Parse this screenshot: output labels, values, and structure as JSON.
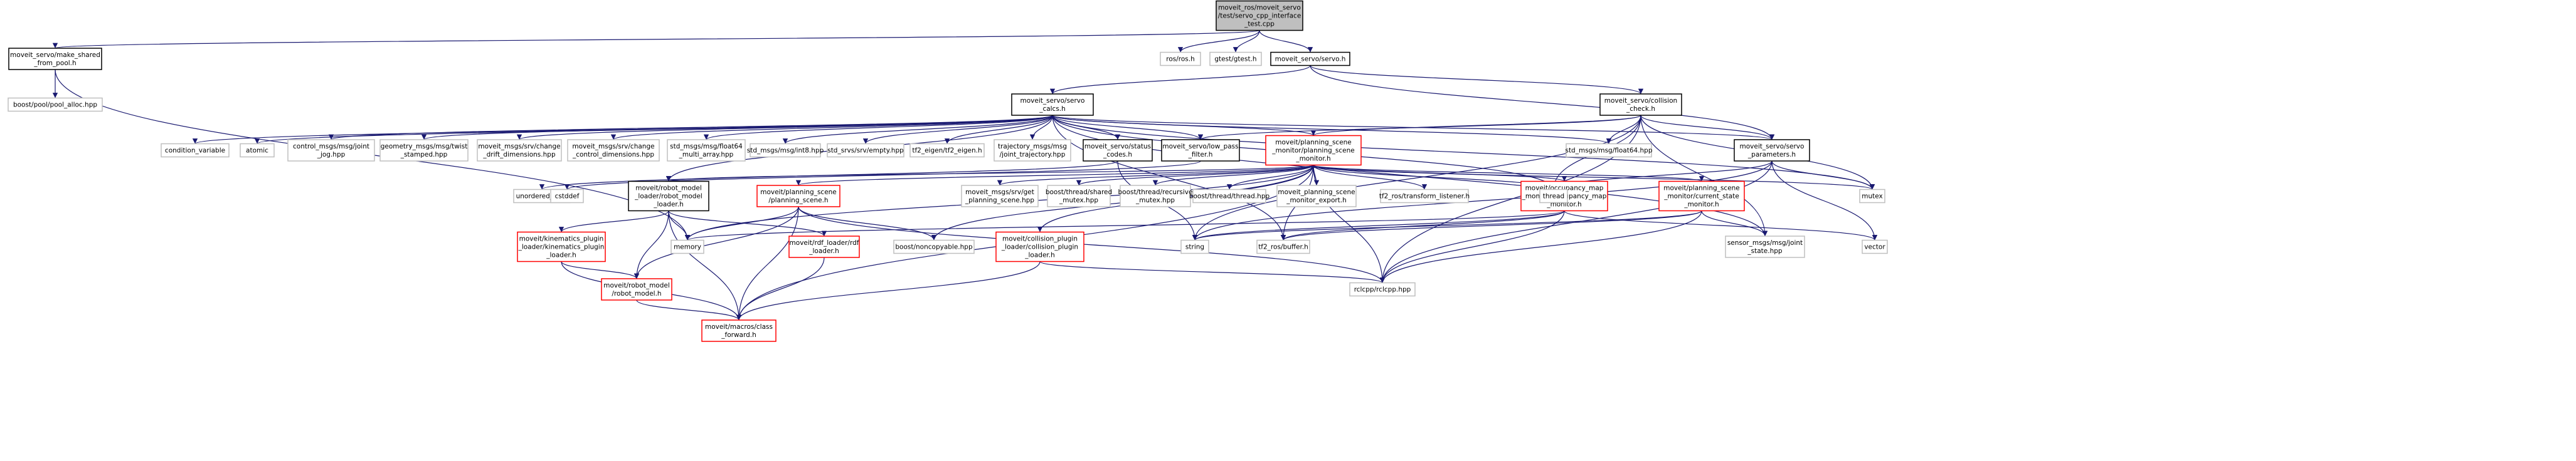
{
  "nodes": [
    {
      "id": "root",
      "lines": [
        "moveit_ros/moveit_servo",
        "/test/servo_cpp_interface",
        "_test.cpp"
      ],
      "style": "root"
    },
    {
      "id": "make_shared",
      "lines": [
        "moveit_servo/make_shared",
        "_from_pool.h"
      ],
      "style": "black"
    },
    {
      "id": "ros_h",
      "lines": [
        "ros/ros.h"
      ],
      "style": "gray"
    },
    {
      "id": "gtest",
      "lines": [
        "gtest/gtest.h"
      ],
      "style": "gray"
    },
    {
      "id": "servo_h",
      "lines": [
        "moveit_servo/servo.h"
      ],
      "style": "black"
    },
    {
      "id": "pool_alloc",
      "lines": [
        "boost/pool/pool_alloc.hpp"
      ],
      "style": "gray"
    },
    {
      "id": "servo_calcs",
      "lines": [
        "moveit_servo/servo",
        "_calcs.h"
      ],
      "style": "black"
    },
    {
      "id": "collision_check",
      "lines": [
        "moveit_servo/collision",
        "_check.h"
      ],
      "style": "black"
    },
    {
      "id": "cond_var",
      "lines": [
        "condition_variable"
      ],
      "style": "gray"
    },
    {
      "id": "atomic",
      "lines": [
        "atomic"
      ],
      "style": "gray"
    },
    {
      "id": "jointjog",
      "lines": [
        "control_msgs/msg/joint",
        "_jog.hpp"
      ],
      "style": "gray"
    },
    {
      "id": "twist",
      "lines": [
        "geometry_msgs/msg/twist",
        "_stamped.hpp"
      ],
      "style": "gray"
    },
    {
      "id": "drift",
      "lines": [
        "moveit_msgs/srv/change",
        "_drift_dimensions.hpp"
      ],
      "style": "gray"
    },
    {
      "id": "ctrl_dim",
      "lines": [
        "moveit_msgs/srv/change",
        "_control_dimensions.hpp"
      ],
      "style": "gray"
    },
    {
      "id": "f64multi",
      "lines": [
        "std_msgs/msg/float64",
        "_multi_array.hpp"
      ],
      "style": "gray"
    },
    {
      "id": "int8",
      "lines": [
        "std_msgs/msg/int8.hpp"
      ],
      "style": "gray"
    },
    {
      "id": "empty",
      "lines": [
        "std_srvs/srv/empty.hpp"
      ],
      "style": "gray"
    },
    {
      "id": "tf2eigen",
      "lines": [
        "tf2_eigen/tf2_eigen.h"
      ],
      "style": "gray"
    },
    {
      "id": "traj",
      "lines": [
        "trajectory_msgs/msg",
        "/joint_trajectory.hpp"
      ],
      "style": "gray"
    },
    {
      "id": "status_codes",
      "lines": [
        "moveit_servo/status",
        "_codes.h"
      ],
      "style": "black"
    },
    {
      "id": "lowpass",
      "lines": [
        "moveit_servo/low_pass",
        "_filter.h"
      ],
      "style": "black"
    },
    {
      "id": "psm",
      "lines": [
        "moveit/planning_scene",
        "_monitor/planning_scene",
        "_monitor.h"
      ],
      "style": "red"
    },
    {
      "id": "float64",
      "lines": [
        "std_msgs/msg/float64.hpp"
      ],
      "style": "gray"
    },
    {
      "id": "params",
      "lines": [
        "moveit_servo/servo",
        "_parameters.h"
      ],
      "style": "black"
    },
    {
      "id": "unordered_map",
      "lines": [
        "unordered_map"
      ],
      "style": "gray"
    },
    {
      "id": "cstddef",
      "lines": [
        "cstddef"
      ],
      "style": "gray"
    },
    {
      "id": "rml",
      "lines": [
        "moveit/robot_model",
        "_loader/robot_model",
        "_loader.h"
      ],
      "style": "black"
    },
    {
      "id": "ps_h",
      "lines": [
        "moveit/planning_scene",
        "/planning_scene.h"
      ],
      "style": "red"
    },
    {
      "id": "getps",
      "lines": [
        "moveit_msgs/srv/get",
        "_planning_scene.hpp"
      ],
      "style": "gray"
    },
    {
      "id": "shared_mutex",
      "lines": [
        "boost/thread/shared",
        "_mutex.hpp"
      ],
      "style": "gray"
    },
    {
      "id": "rec_mutex",
      "lines": [
        "boost/thread/recursive",
        "_mutex.hpp"
      ],
      "style": "gray"
    },
    {
      "id": "thread_hpp",
      "lines": [
        "boost/thread/thread.hpp"
      ],
      "style": "gray"
    },
    {
      "id": "psm_export",
      "lines": [
        "moveit_planning_scene",
        "_monitor_export.h"
      ],
      "style": "gray"
    },
    {
      "id": "tflisten",
      "lines": [
        "tf2_ros/transform_listener.h"
      ],
      "style": "gray"
    },
    {
      "id": "occ",
      "lines": [
        "moveit/occupancy_map",
        "_monitor/occupancy_map",
        "_monitor.h"
      ],
      "style": "red"
    },
    {
      "id": "csm",
      "lines": [
        "moveit/planning_scene",
        "_monitor/current_state",
        "_monitor.h"
      ],
      "style": "red"
    },
    {
      "id": "thread",
      "lines": [
        "thread"
      ],
      "style": "gray"
    },
    {
      "id": "mutex",
      "lines": [
        "mutex"
      ],
      "style": "gray"
    },
    {
      "id": "kin",
      "lines": [
        "moveit/kinematics_plugin",
        "_loader/kinematics_plugin",
        "_loader.h"
      ],
      "style": "red"
    },
    {
      "id": "memory",
      "lines": [
        "memory"
      ],
      "style": "gray"
    },
    {
      "id": "rdf",
      "lines": [
        "moveit/rdf_loader/rdf",
        "_loader.h"
      ],
      "style": "red"
    },
    {
      "id": "noncopyable",
      "lines": [
        "boost/noncopyable.hpp"
      ],
      "style": "gray"
    },
    {
      "id": "collplugin",
      "lines": [
        "moveit/collision_plugin",
        "_loader/collision_plugin",
        "_loader.h"
      ],
      "style": "red"
    },
    {
      "id": "string",
      "lines": [
        "string"
      ],
      "style": "gray"
    },
    {
      "id": "tfbuffer",
      "lines": [
        "tf2_ros/buffer.h"
      ],
      "style": "gray"
    },
    {
      "id": "jointstate",
      "lines": [
        "sensor_msgs/msg/joint",
        "_state.hpp"
      ],
      "style": "gray"
    },
    {
      "id": "vector",
      "lines": [
        "vector"
      ],
      "style": "gray"
    },
    {
      "id": "robot_model",
      "lines": [
        "moveit/robot_model",
        "/robot_model.h"
      ],
      "style": "red"
    },
    {
      "id": "rclcpp",
      "lines": [
        "rclcpp/rclcpp.hpp"
      ],
      "style": "gray"
    },
    {
      "id": "class_fwd",
      "lines": [
        "moveit/macros/class",
        "_forward.h"
      ],
      "style": "red"
    }
  ],
  "edges": [
    [
      "root",
      "make_shared"
    ],
    [
      "root",
      "ros_h"
    ],
    [
      "root",
      "gtest"
    ],
    [
      "root",
      "servo_h"
    ],
    [
      "make_shared",
      "pool_alloc"
    ],
    [
      "make_shared",
      "memory"
    ],
    [
      "servo_h",
      "servo_calcs"
    ],
    [
      "servo_h",
      "collision_check"
    ],
    [
      "servo_h",
      "params"
    ],
    [
      "servo_calcs",
      "cond_var"
    ],
    [
      "servo_calcs",
      "atomic"
    ],
    [
      "servo_calcs",
      "jointjog"
    ],
    [
      "servo_calcs",
      "twist"
    ],
    [
      "servo_calcs",
      "drift"
    ],
    [
      "servo_calcs",
      "ctrl_dim"
    ],
    [
      "servo_calcs",
      "f64multi"
    ],
    [
      "servo_calcs",
      "int8"
    ],
    [
      "servo_calcs",
      "empty"
    ],
    [
      "servo_calcs",
      "tf2eigen"
    ],
    [
      "servo_calcs",
      "traj"
    ],
    [
      "servo_calcs",
      "status_codes"
    ],
    [
      "servo_calcs",
      "lowpass"
    ],
    [
      "servo_calcs",
      "psm"
    ],
    [
      "servo_calcs",
      "float64"
    ],
    [
      "servo_calcs",
      "params"
    ],
    [
      "servo_calcs",
      "rml"
    ],
    [
      "servo_calcs",
      "thread"
    ],
    [
      "servo_calcs",
      "mutex"
    ],
    [
      "servo_calcs",
      "jointstate"
    ],
    [
      "servo_calcs",
      "tfbuffer"
    ],
    [
      "status_codes",
      "unordered_map"
    ],
    [
      "status_codes",
      "string"
    ],
    [
      "collision_check",
      "lowpass"
    ],
    [
      "collision_check",
      "psm"
    ],
    [
      "collision_check",
      "float64"
    ],
    [
      "collision_check",
      "params"
    ],
    [
      "collision_check",
      "thread"
    ],
    [
      "collision_check",
      "mutex"
    ],
    [
      "collision_check",
      "rclcpp"
    ],
    [
      "collision_check",
      "jointstate"
    ],
    [
      "collision_check",
      "string"
    ],
    [
      "lowpass",
      "cstddef"
    ],
    [
      "psm",
      "rml"
    ],
    [
      "psm",
      "ps_h"
    ],
    [
      "psm",
      "getps"
    ],
    [
      "psm",
      "shared_mutex"
    ],
    [
      "psm",
      "rec_mutex"
    ],
    [
      "psm",
      "thread_hpp"
    ],
    [
      "psm",
      "psm_export"
    ],
    [
      "psm",
      "tflisten"
    ],
    [
      "psm",
      "occ"
    ],
    [
      "psm",
      "csm"
    ],
    [
      "psm",
      "thread"
    ],
    [
      "psm",
      "mutex"
    ],
    [
      "psm",
      "memory"
    ],
    [
      "psm",
      "noncopyable"
    ],
    [
      "psm",
      "collplugin"
    ],
    [
      "psm",
      "tfbuffer"
    ],
    [
      "psm",
      "rclcpp"
    ],
    [
      "psm",
      "class_fwd"
    ],
    [
      "params",
      "thread"
    ],
    [
      "params",
      "mutex"
    ],
    [
      "params",
      "vector"
    ],
    [
      "params",
      "rclcpp"
    ],
    [
      "params",
      "string"
    ],
    [
      "rml",
      "kin"
    ],
    [
      "rml",
      "memory"
    ],
    [
      "rml",
      "rdf"
    ],
    [
      "rml",
      "robot_model"
    ],
    [
      "rml",
      "class_fwd"
    ],
    [
      "ps_h",
      "memory"
    ],
    [
      "ps_h",
      "noncopyable"
    ],
    [
      "ps_h",
      "robot_model"
    ],
    [
      "ps_h",
      "rclcpp"
    ],
    [
      "ps_h",
      "class_fwd"
    ],
    [
      "kin",
      "robot_model"
    ],
    [
      "kin",
      "class_fwd"
    ],
    [
      "rdf",
      "class_fwd"
    ],
    [
      "collplugin",
      "class_fwd"
    ],
    [
      "collplugin",
      "rclcpp"
    ],
    [
      "occ",
      "memory"
    ],
    [
      "occ",
      "string"
    ],
    [
      "occ",
      "vector"
    ],
    [
      "occ",
      "tfbuffer"
    ],
    [
      "occ",
      "rclcpp"
    ],
    [
      "csm",
      "string"
    ],
    [
      "csm",
      "tfbuffer"
    ],
    [
      "csm",
      "jointstate"
    ],
    [
      "csm",
      "rclcpp"
    ],
    [
      "robot_model",
      "class_fwd"
    ]
  ],
  "colors": {
    "edge": "#191970",
    "root_fill": "#bfbfbf",
    "black_border": "#000000",
    "red_border": "#ff0000",
    "gray_border": "#bfbfbf"
  }
}
